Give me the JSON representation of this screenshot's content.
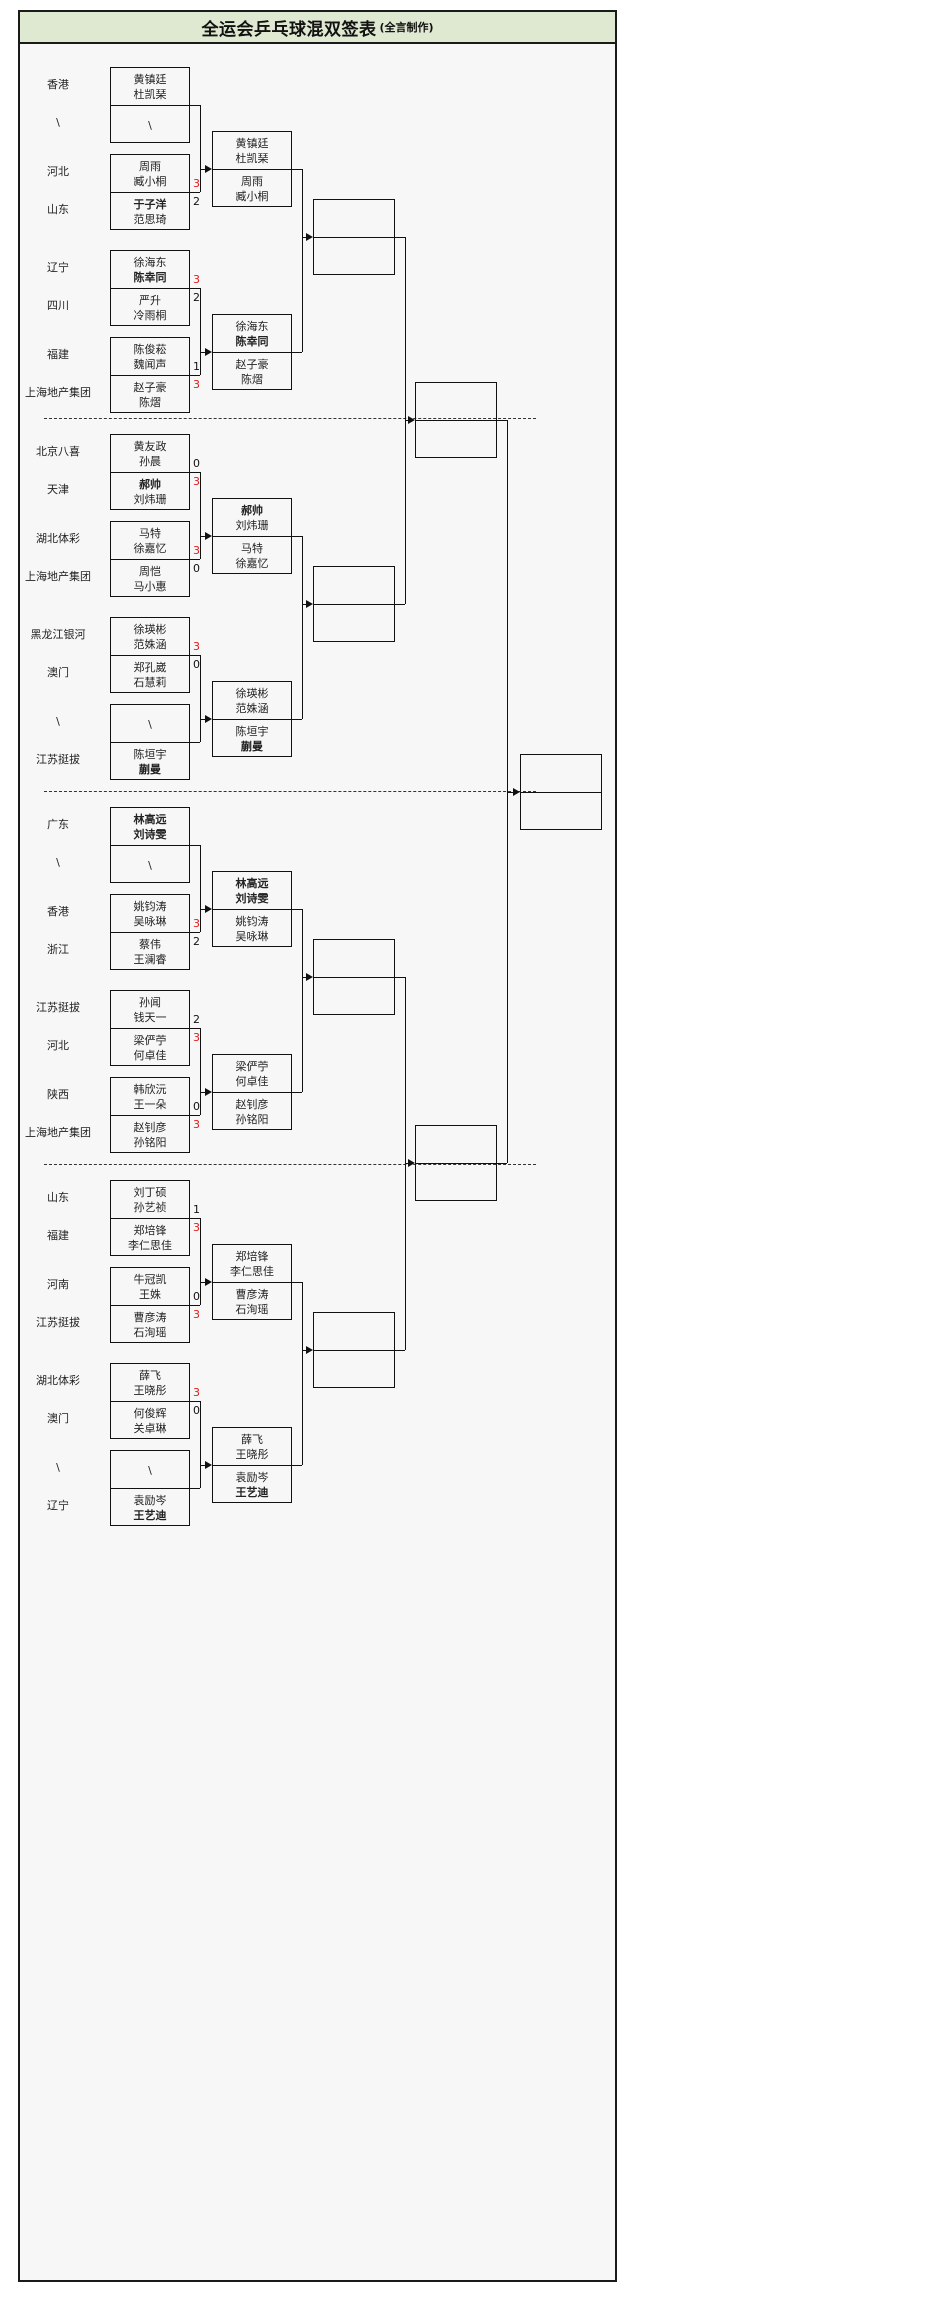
{
  "header": {
    "title": "全运会乒乓球混双签表",
    "subtitle": "(全言制作)",
    "bg_color": "#dfe9d2"
  },
  "colors": {
    "winner_score": "#e21b1b",
    "loser_score": "#111111",
    "frame": "#1a1a1a",
    "page_bg": "#f7f7f7"
  },
  "legend": {
    "bye_marker": "\\"
  },
  "round1": [
    {
      "id": "r1-m1",
      "teams": [
        "香港",
        "\\"
      ],
      "top": {
        "l1": "黄镇廷",
        "l2": "杜凯琹",
        "bold1": false,
        "bold2": false,
        "score": ""
      },
      "bottom": {
        "l1": "\\",
        "l2": "",
        "bold1": false,
        "bold2": false,
        "score": ""
      }
    },
    {
      "id": "r1-m2",
      "teams": [
        "河北",
        "山东"
      ],
      "top": {
        "l1": "周雨",
        "l2": "臧小桐",
        "bold1": false,
        "bold2": false,
        "score": "3",
        "winner": true
      },
      "bottom": {
        "l1": "于子洋",
        "l2": "范思琦",
        "bold1": true,
        "bold2": false,
        "score": "2",
        "winner": false
      }
    },
    {
      "id": "r1-m3",
      "teams": [
        "辽宁",
        "四川"
      ],
      "top": {
        "l1": "徐海东",
        "l2": "陈幸同",
        "bold1": false,
        "bold2": true,
        "score": "3",
        "winner": true
      },
      "bottom": {
        "l1": "严升",
        "l2": "冷雨桐",
        "bold1": false,
        "bold2": false,
        "score": "2",
        "winner": false
      }
    },
    {
      "id": "r1-m4",
      "teams": [
        "福建",
        "上海地产集团"
      ],
      "top": {
        "l1": "陈俊菘",
        "l2": "魏闻声",
        "bold1": false,
        "bold2": false,
        "score": "1",
        "winner": false
      },
      "bottom": {
        "l1": "赵子豪",
        "l2": "陈熠",
        "bold1": false,
        "bold2": false,
        "score": "3",
        "winner": true
      }
    },
    {
      "id": "r1-m5",
      "teams": [
        "北京八喜",
        "天津"
      ],
      "top": {
        "l1": "黄友政",
        "l2": "孙晨",
        "bold1": false,
        "bold2": false,
        "score": "0",
        "winner": false
      },
      "bottom": {
        "l1": "郝帅",
        "l2": "刘炜珊",
        "bold1": true,
        "bold2": false,
        "score": "3",
        "winner": true
      }
    },
    {
      "id": "r1-m6",
      "teams": [
        "湖北体彩",
        "上海地产集团"
      ],
      "top": {
        "l1": "马特",
        "l2": "徐嘉忆",
        "bold1": false,
        "bold2": false,
        "score": "3",
        "winner": true
      },
      "bottom": {
        "l1": "周恺",
        "l2": "马小惠",
        "bold1": false,
        "bold2": false,
        "score": "0",
        "winner": false
      }
    },
    {
      "id": "r1-m7",
      "teams": [
        "黑龙江银河",
        "澳门"
      ],
      "top": {
        "l1": "徐瑛彬",
        "l2": "范姝涵",
        "bold1": false,
        "bold2": false,
        "score": "3",
        "winner": true
      },
      "bottom": {
        "l1": "郑孔崴",
        "l2": "石慧莉",
        "bold1": false,
        "bold2": false,
        "score": "0",
        "winner": false
      }
    },
    {
      "id": "r1-m8",
      "teams": [
        "\\",
        "江苏挺拔"
      ],
      "top": {
        "l1": "\\",
        "l2": "",
        "bold1": false,
        "bold2": false,
        "score": ""
      },
      "bottom": {
        "l1": "陈垣宇",
        "l2": "蒯曼",
        "bold1": false,
        "bold2": true,
        "score": ""
      }
    },
    {
      "id": "r1-m9",
      "teams": [
        "广东",
        "\\"
      ],
      "top": {
        "l1": "林高远",
        "l2": "刘诗雯",
        "bold1": true,
        "bold2": true,
        "score": ""
      },
      "bottom": {
        "l1": "\\",
        "l2": "",
        "bold1": false,
        "bold2": false,
        "score": ""
      }
    },
    {
      "id": "r1-m10",
      "teams": [
        "香港",
        "浙江"
      ],
      "top": {
        "l1": "姚钧涛",
        "l2": "吴咏琳",
        "bold1": false,
        "bold2": false,
        "score": "3",
        "winner": true
      },
      "bottom": {
        "l1": "蔡伟",
        "l2": "王澜睿",
        "bold1": false,
        "bold2": false,
        "score": "2",
        "winner": false
      }
    },
    {
      "id": "r1-m11",
      "teams": [
        "江苏挺拔",
        "河北"
      ],
      "top": {
        "l1": "孙闻",
        "l2": "钱天一",
        "bold1": false,
        "bold2": false,
        "score": "2",
        "winner": false
      },
      "bottom": {
        "l1": "梁俨苧",
        "l2": "何卓佳",
        "bold1": false,
        "bold2": false,
        "score": "3",
        "winner": true
      }
    },
    {
      "id": "r1-m12",
      "teams": [
        "陕西",
        "上海地产集团"
      ],
      "top": {
        "l1": "韩欣沅",
        "l2": "王一朵",
        "bold1": false,
        "bold2": false,
        "score": "0",
        "winner": false
      },
      "bottom": {
        "l1": "赵钊彦",
        "l2": "孙铭阳",
        "bold1": false,
        "bold2": false,
        "score": "3",
        "winner": true
      }
    },
    {
      "id": "r1-m13",
      "teams": [
        "山东",
        "福建"
      ],
      "top": {
        "l1": "刘丁硕",
        "l2": "孙艺祯",
        "bold1": false,
        "bold2": false,
        "score": "1",
        "winner": false
      },
      "bottom": {
        "l1": "郑培锋",
        "l2": "李仁思佳",
        "bold1": false,
        "bold2": false,
        "score": "3",
        "winner": true
      }
    },
    {
      "id": "r1-m14",
      "teams": [
        "河南",
        "江苏挺拔"
      ],
      "top": {
        "l1": "牛冠凯",
        "l2": "王姝",
        "bold1": false,
        "bold2": false,
        "score": "0",
        "winner": false
      },
      "bottom": {
        "l1": "曹彦涛",
        "l2": "石洵瑶",
        "bold1": false,
        "bold2": false,
        "score": "3",
        "winner": true
      }
    },
    {
      "id": "r1-m15",
      "teams": [
        "湖北体彩",
        "澳门"
      ],
      "top": {
        "l1": "薛飞",
        "l2": "王晓彤",
        "bold1": false,
        "bold2": false,
        "score": "3",
        "winner": true
      },
      "bottom": {
        "l1": "何俊辉",
        "l2": "关卓琳",
        "bold1": false,
        "bold2": false,
        "score": "0",
        "winner": false
      }
    },
    {
      "id": "r1-m16",
      "teams": [
        "\\",
        "辽宁"
      ],
      "top": {
        "l1": "\\",
        "l2": "",
        "bold1": false,
        "bold2": false,
        "score": ""
      },
      "bottom": {
        "l1": "袁励岑",
        "l2": "王艺迪",
        "bold1": false,
        "bold2": true,
        "score": ""
      }
    }
  ],
  "round2": [
    {
      "id": "r2-m1",
      "top": {
        "l1": "黄镇廷",
        "l2": "杜凯琹",
        "bold1": false,
        "bold2": false
      },
      "bottom": {
        "l1": "周雨",
        "l2": "臧小桐",
        "bold1": false,
        "bold2": false
      }
    },
    {
      "id": "r2-m2",
      "top": {
        "l1": "徐海东",
        "l2": "陈幸同",
        "bold1": false,
        "bold2": true
      },
      "bottom": {
        "l1": "赵子豪",
        "l2": "陈熠",
        "bold1": false,
        "bold2": false
      }
    },
    {
      "id": "r2-m3",
      "top": {
        "l1": "郝帅",
        "l2": "刘炜珊",
        "bold1": true,
        "bold2": false
      },
      "bottom": {
        "l1": "马特",
        "l2": "徐嘉忆",
        "bold1": false,
        "bold2": false
      }
    },
    {
      "id": "r2-m4",
      "top": {
        "l1": "徐瑛彬",
        "l2": "范姝涵",
        "bold1": false,
        "bold2": false
      },
      "bottom": {
        "l1": "陈垣宇",
        "l2": "蒯曼",
        "bold1": false,
        "bold2": true
      }
    },
    {
      "id": "r2-m5",
      "top": {
        "l1": "林高远",
        "l2": "刘诗雯",
        "bold1": true,
        "bold2": true
      },
      "bottom": {
        "l1": "姚钧涛",
        "l2": "吴咏琳",
        "bold1": false,
        "bold2": false
      }
    },
    {
      "id": "r2-m6",
      "top": {
        "l1": "梁俨苧",
        "l2": "何卓佳",
        "bold1": false,
        "bold2": false
      },
      "bottom": {
        "l1": "赵钊彦",
        "l2": "孙铭阳",
        "bold1": false,
        "bold2": false
      }
    },
    {
      "id": "r2-m7",
      "top": {
        "l1": "郑培锋",
        "l2": "李仁思佳",
        "bold1": false,
        "bold2": false
      },
      "bottom": {
        "l1": "曹彦涛",
        "l2": "石洵瑶",
        "bold1": false,
        "bold2": false
      }
    },
    {
      "id": "r2-m8",
      "top": {
        "l1": "薛飞",
        "l2": "王晓彤",
        "bold1": false,
        "bold2": false
      },
      "bottom": {
        "l1": "袁励岑",
        "l2": "王艺迪",
        "bold1": false,
        "bold2": true
      }
    }
  ],
  "round3": [
    {
      "id": "r3-m1",
      "top": {
        "l1": "",
        "l2": ""
      },
      "bottom": {
        "l1": "",
        "l2": ""
      }
    },
    {
      "id": "r3-m2",
      "top": {
        "l1": "",
        "l2": ""
      },
      "bottom": {
        "l1": "",
        "l2": ""
      }
    },
    {
      "id": "r3-m3",
      "top": {
        "l1": "",
        "l2": ""
      },
      "bottom": {
        "l1": "",
        "l2": ""
      }
    },
    {
      "id": "r3-m4",
      "top": {
        "l1": "",
        "l2": ""
      },
      "bottom": {
        "l1": "",
        "l2": ""
      }
    }
  ],
  "round4": [
    {
      "id": "r4-m1",
      "top": {
        "l1": "",
        "l2": ""
      },
      "bottom": {
        "l1": "",
        "l2": ""
      }
    },
    {
      "id": "r4-m2",
      "top": {
        "l1": "",
        "l2": ""
      },
      "bottom": {
        "l1": "",
        "l2": ""
      }
    }
  ],
  "final": [
    {
      "id": "final-m1",
      "top": {
        "l1": "",
        "l2": ""
      },
      "bottom": {
        "l1": "",
        "l2": ""
      }
    }
  ]
}
